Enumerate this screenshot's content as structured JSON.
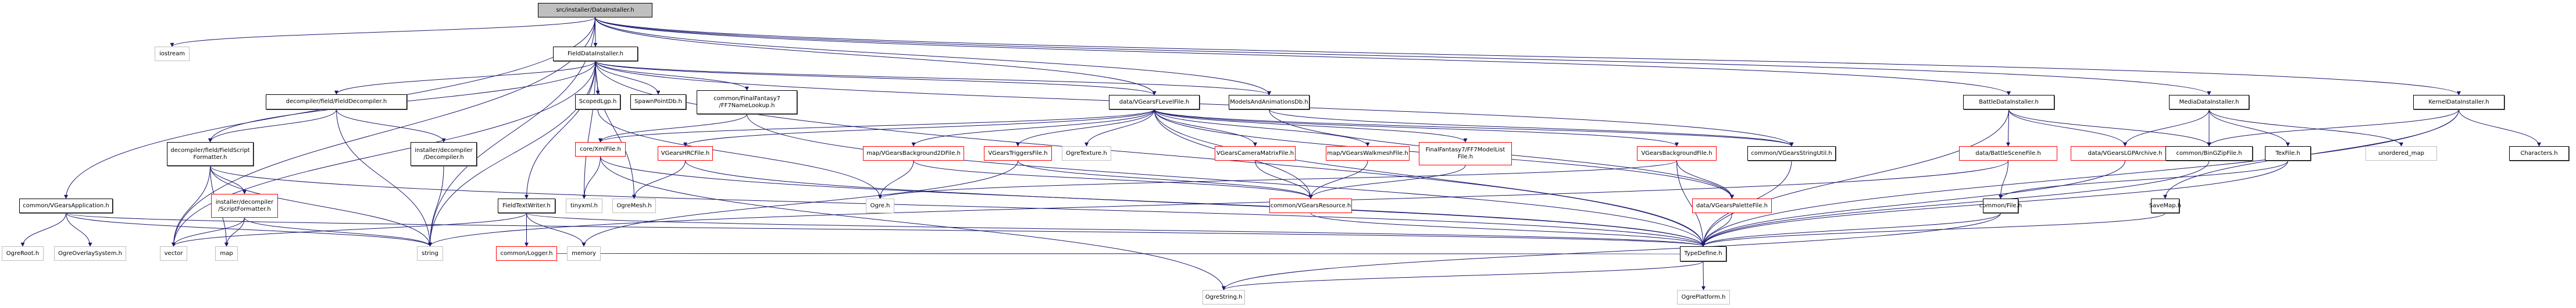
{
  "graph": {
    "title": "src/installer/DataInstaller.h",
    "colors": {
      "edge": "#191970",
      "root_fill": "#bfbfbf",
      "documented_border": "#000000",
      "undocumented_border": "#ff0000",
      "external_border": "#bfbfbf"
    },
    "nodes": [
      {
        "id": "root",
        "label": "src/installer/DataInstaller.h",
        "kind": "root"
      },
      {
        "id": "fielddatainstaller",
        "label": "FieldDataInstaller.h",
        "kind": "black"
      },
      {
        "id": "iostream",
        "label": "iostream",
        "kind": "gray"
      },
      {
        "id": "vgearsapplication",
        "label": "common/VGearsApplication.h",
        "kind": "black"
      },
      {
        "id": "ogreroot",
        "label": "OgreRoot.h",
        "kind": "gray"
      },
      {
        "id": "ogreoverlaysystem",
        "label": "OgreOverlaySystem.h",
        "kind": "gray"
      },
      {
        "id": "fieldscriptformatter",
        "label": "decompiler/field/FieldScript\nFormatter.h",
        "kind": "black"
      },
      {
        "id": "scriptformatter",
        "label": "installer/decompiler\n/ScriptFormatter.h",
        "kind": "red"
      },
      {
        "id": "vector",
        "label": "vector",
        "kind": "gray"
      },
      {
        "id": "map",
        "label": "map",
        "kind": "gray"
      },
      {
        "id": "fielddecompiler",
        "label": "decompiler/field/FieldDecompiler.h",
        "kind": "black"
      },
      {
        "id": "decompiler",
        "label": "installer/decompiler\n/Decompiler.h",
        "kind": "black"
      },
      {
        "id": "string",
        "label": "string",
        "kind": "gray"
      },
      {
        "id": "fieldtextwriter",
        "label": "FieldTextWriter.h",
        "kind": "black"
      },
      {
        "id": "logger",
        "label": "common/Logger.h",
        "kind": "red"
      },
      {
        "id": "memory",
        "label": "memory",
        "kind": "gray"
      },
      {
        "id": "tinyxml",
        "label": "tinyxml.h",
        "kind": "gray"
      },
      {
        "id": "ogremesh",
        "label": "OgreMesh.h",
        "kind": "gray"
      },
      {
        "id": "xmlfile",
        "label": "core/XmlFile.h",
        "kind": "red"
      },
      {
        "id": "scopedlgp",
        "label": "ScopedLgp.h",
        "kind": "black"
      },
      {
        "id": "spawnpointdb",
        "label": "SpawnPointDb.h",
        "kind": "black"
      },
      {
        "id": "ff7namelookup",
        "label": "common/FinalFantasy7\n/FF7NameLookup.h",
        "kind": "black"
      },
      {
        "id": "hrcfile",
        "label": "VGearsHRCFile.h",
        "kind": "red"
      },
      {
        "id": "background2d",
        "label": "map/VGearsBackground2DFile.h",
        "kind": "red"
      },
      {
        "id": "ogreh",
        "label": "Ogre.h",
        "kind": "gray"
      },
      {
        "id": "triggersfile",
        "label": "VGearsTriggersFile.h",
        "kind": "red"
      },
      {
        "id": "ogretexture",
        "label": "OgreTexture.h",
        "kind": "gray"
      },
      {
        "id": "cameramatrix",
        "label": "VGearsCameraMatrixFile.h",
        "kind": "red"
      },
      {
        "id": "flevelfile",
        "label": "data/VGearsFLevelFile.h",
        "kind": "black"
      },
      {
        "id": "modelsanims",
        "label": "ModelsAndAnimationsDb.h",
        "kind": "black"
      },
      {
        "id": "walkmesh",
        "label": "map/VGearsWalkmeshFile.h",
        "kind": "red"
      },
      {
        "id": "modellist",
        "label": "FinalFantasy7/FF7ModelList\nFile.h",
        "kind": "red"
      },
      {
        "id": "vgearsresource",
        "label": "common/VGearsResource.h",
        "kind": "red"
      },
      {
        "id": "ogrestring",
        "label": "OgreString.h",
        "kind": "gray"
      },
      {
        "id": "backgroundfile",
        "label": "VGearsBackgroundFile.h",
        "kind": "red"
      },
      {
        "id": "stringutil",
        "label": "common/VGearsStringUtil.h",
        "kind": "black"
      },
      {
        "id": "palettefile",
        "label": "data/VGearsPaletteFile.h",
        "kind": "red"
      },
      {
        "id": "typedefine",
        "label": "TypeDefine.h",
        "kind": "black"
      },
      {
        "id": "ogreplatform",
        "label": "OgrePlatform.h",
        "kind": "gray"
      },
      {
        "id": "battledatainstaller",
        "label": "BattleDataInstaller.h",
        "kind": "black"
      },
      {
        "id": "battlescene",
        "label": "data/BattleSceneFile.h",
        "kind": "red"
      },
      {
        "id": "lgparchive",
        "label": "data/VGearsLGPArchive.h",
        "kind": "red"
      },
      {
        "id": "mediadatainstaller",
        "label": "MediaDataInstaller.h",
        "kind": "black"
      },
      {
        "id": "bingzip",
        "label": "common/BinGZipFile.h",
        "kind": "black"
      },
      {
        "id": "texfile",
        "label": "TexFile.h",
        "kind": "black"
      },
      {
        "id": "unorderedmap",
        "label": "unordered_map",
        "kind": "gray"
      },
      {
        "id": "kerneldatainstaller",
        "label": "KernelDataInstaller.h",
        "kind": "black"
      },
      {
        "id": "characters",
        "label": "Characters.h",
        "kind": "black"
      },
      {
        "id": "commonfile",
        "label": "common/File.h",
        "kind": "black"
      },
      {
        "id": "savemap",
        "label": "SaveMap.h",
        "kind": "black"
      }
    ],
    "edges": [
      [
        "root",
        "fielddatainstaller"
      ],
      [
        "root",
        "iostream"
      ],
      [
        "root",
        "vgearsapplication"
      ],
      [
        "root",
        "vector"
      ],
      [
        "root",
        "string"
      ],
      [
        "root",
        "modelsanims"
      ],
      [
        "root",
        "battledatainstaller"
      ],
      [
        "root",
        "mediadatainstaller"
      ],
      [
        "root",
        "kerneldatainstaller"
      ],
      [
        "root",
        "flevelfile"
      ],
      [
        "fielddatainstaller",
        "fielddecompiler"
      ],
      [
        "fielddatainstaller",
        "scopedlgp"
      ],
      [
        "fielddatainstaller",
        "spawnpointdb"
      ],
      [
        "fielddatainstaller",
        "ff7namelookup"
      ],
      [
        "fielddatainstaller",
        "flevelfile"
      ],
      [
        "fielddatainstaller",
        "modelsanims"
      ],
      [
        "fielddatainstaller",
        "fieldtextwriter"
      ],
      [
        "fielddatainstaller",
        "tinyxml"
      ],
      [
        "fielddatainstaller",
        "ogremesh"
      ],
      [
        "fielddatainstaller",
        "string"
      ],
      [
        "fielddatainstaller",
        "vector"
      ],
      [
        "fielddatainstaller",
        "fieldscriptformatter"
      ],
      [
        "fielddatainstaller",
        "typedefine"
      ],
      [
        "fielddatainstaller",
        "stringutil"
      ],
      [
        "vgearsapplication",
        "ogreroot"
      ],
      [
        "vgearsapplication",
        "ogreoverlaysystem"
      ],
      [
        "vgearsapplication",
        "typedefine"
      ],
      [
        "vgearsapplication",
        "string"
      ],
      [
        "fieldscriptformatter",
        "vector"
      ],
      [
        "fieldscriptformatter",
        "map"
      ],
      [
        "fieldscriptformatter",
        "scriptformatter"
      ],
      [
        "fieldscriptformatter",
        "string"
      ],
      [
        "fieldscriptformatter",
        "typedefine"
      ],
      [
        "scriptformatter",
        "vector"
      ],
      [
        "scriptformatter",
        "map"
      ],
      [
        "scriptformatter",
        "string"
      ],
      [
        "fielddecompiler",
        "fieldscriptformatter"
      ],
      [
        "fielddecompiler",
        "decompiler"
      ],
      [
        "fielddecompiler",
        "string"
      ],
      [
        "decompiler",
        "string"
      ],
      [
        "fieldtextwriter",
        "logger"
      ],
      [
        "fieldtextwriter",
        "memory"
      ],
      [
        "fieldtextwriter",
        "vector"
      ],
      [
        "fieldtextwriter",
        "typedefine"
      ],
      [
        "logger",
        "typedefine"
      ],
      [
        "xmlfile",
        "tinyxml"
      ],
      [
        "xmlfile",
        "ogrestring"
      ],
      [
        "xmlfile",
        "typedefine"
      ],
      [
        "scopedlgp",
        "ogreh"
      ],
      [
        "ff7namelookup",
        "xmlfile"
      ],
      [
        "ff7namelookup",
        "typedefine"
      ],
      [
        "hrcfile",
        "ogremesh"
      ],
      [
        "hrcfile",
        "typedefine"
      ],
      [
        "background2d",
        "ogreh"
      ],
      [
        "background2d",
        "vgearsresource"
      ],
      [
        "triggersfile",
        "vgearsresource"
      ],
      [
        "triggersfile",
        "memory"
      ],
      [
        "cameramatrix",
        "vgearsresource"
      ],
      [
        "flevelfile",
        "hrcfile"
      ],
      [
        "flevelfile",
        "background2d"
      ],
      [
        "flevelfile",
        "triggersfile"
      ],
      [
        "flevelfile",
        "ogretexture"
      ],
      [
        "flevelfile",
        "cameramatrix"
      ],
      [
        "flevelfile",
        "walkmesh"
      ],
      [
        "flevelfile",
        "modellist"
      ],
      [
        "flevelfile",
        "backgroundfile"
      ],
      [
        "flevelfile",
        "vgearsresource"
      ],
      [
        "flevelfile",
        "palettefile"
      ],
      [
        "flevelfile",
        "stringutil"
      ],
      [
        "flevelfile",
        "typedefine"
      ],
      [
        "flevelfile",
        "xmlfile"
      ],
      [
        "modelsanims",
        "stringutil"
      ],
      [
        "modelsanims",
        "palettefile"
      ],
      [
        "walkmesh",
        "vgearsresource"
      ],
      [
        "modellist",
        "vgearsresource"
      ],
      [
        "vgearsresource",
        "typedefine"
      ],
      [
        "backgroundfile",
        "ogreh"
      ],
      [
        "backgroundfile",
        "palettefile"
      ],
      [
        "backgroundfile",
        "typedefine"
      ],
      [
        "stringutil",
        "typedefine"
      ],
      [
        "palettefile",
        "typedefine"
      ],
      [
        "typedefine",
        "ogreplatform"
      ],
      [
        "typedefine",
        "ogrestring"
      ],
      [
        "battledatainstaller",
        "battlescene"
      ],
      [
        "battledatainstaller",
        "lgparchive"
      ],
      [
        "battledatainstaller",
        "bingzip"
      ],
      [
        "battledatainstaller",
        "typedefine"
      ],
      [
        "battlescene",
        "commonfile"
      ],
      [
        "battlescene",
        "string"
      ],
      [
        "lgparchive",
        "typedefine"
      ],
      [
        "mediadatainstaller",
        "lgparchive"
      ],
      [
        "mediadatainstaller",
        "bingzip"
      ],
      [
        "mediadatainstaller",
        "texfile"
      ],
      [
        "mediadatainstaller",
        "unorderedmap"
      ],
      [
        "bingzip",
        "typedefine"
      ],
      [
        "texfile",
        "commonfile"
      ],
      [
        "texfile",
        "typedefine"
      ],
      [
        "kerneldatainstaller",
        "characters"
      ],
      [
        "kerneldatainstaller",
        "savemap"
      ],
      [
        "kerneldatainstaller",
        "bingzip"
      ],
      [
        "kerneldatainstaller",
        "typedefine"
      ],
      [
        "commonfile",
        "typedefine"
      ],
      [
        "commonfile",
        "ogrestring"
      ],
      [
        "savemap",
        "typedefine"
      ]
    ]
  }
}
